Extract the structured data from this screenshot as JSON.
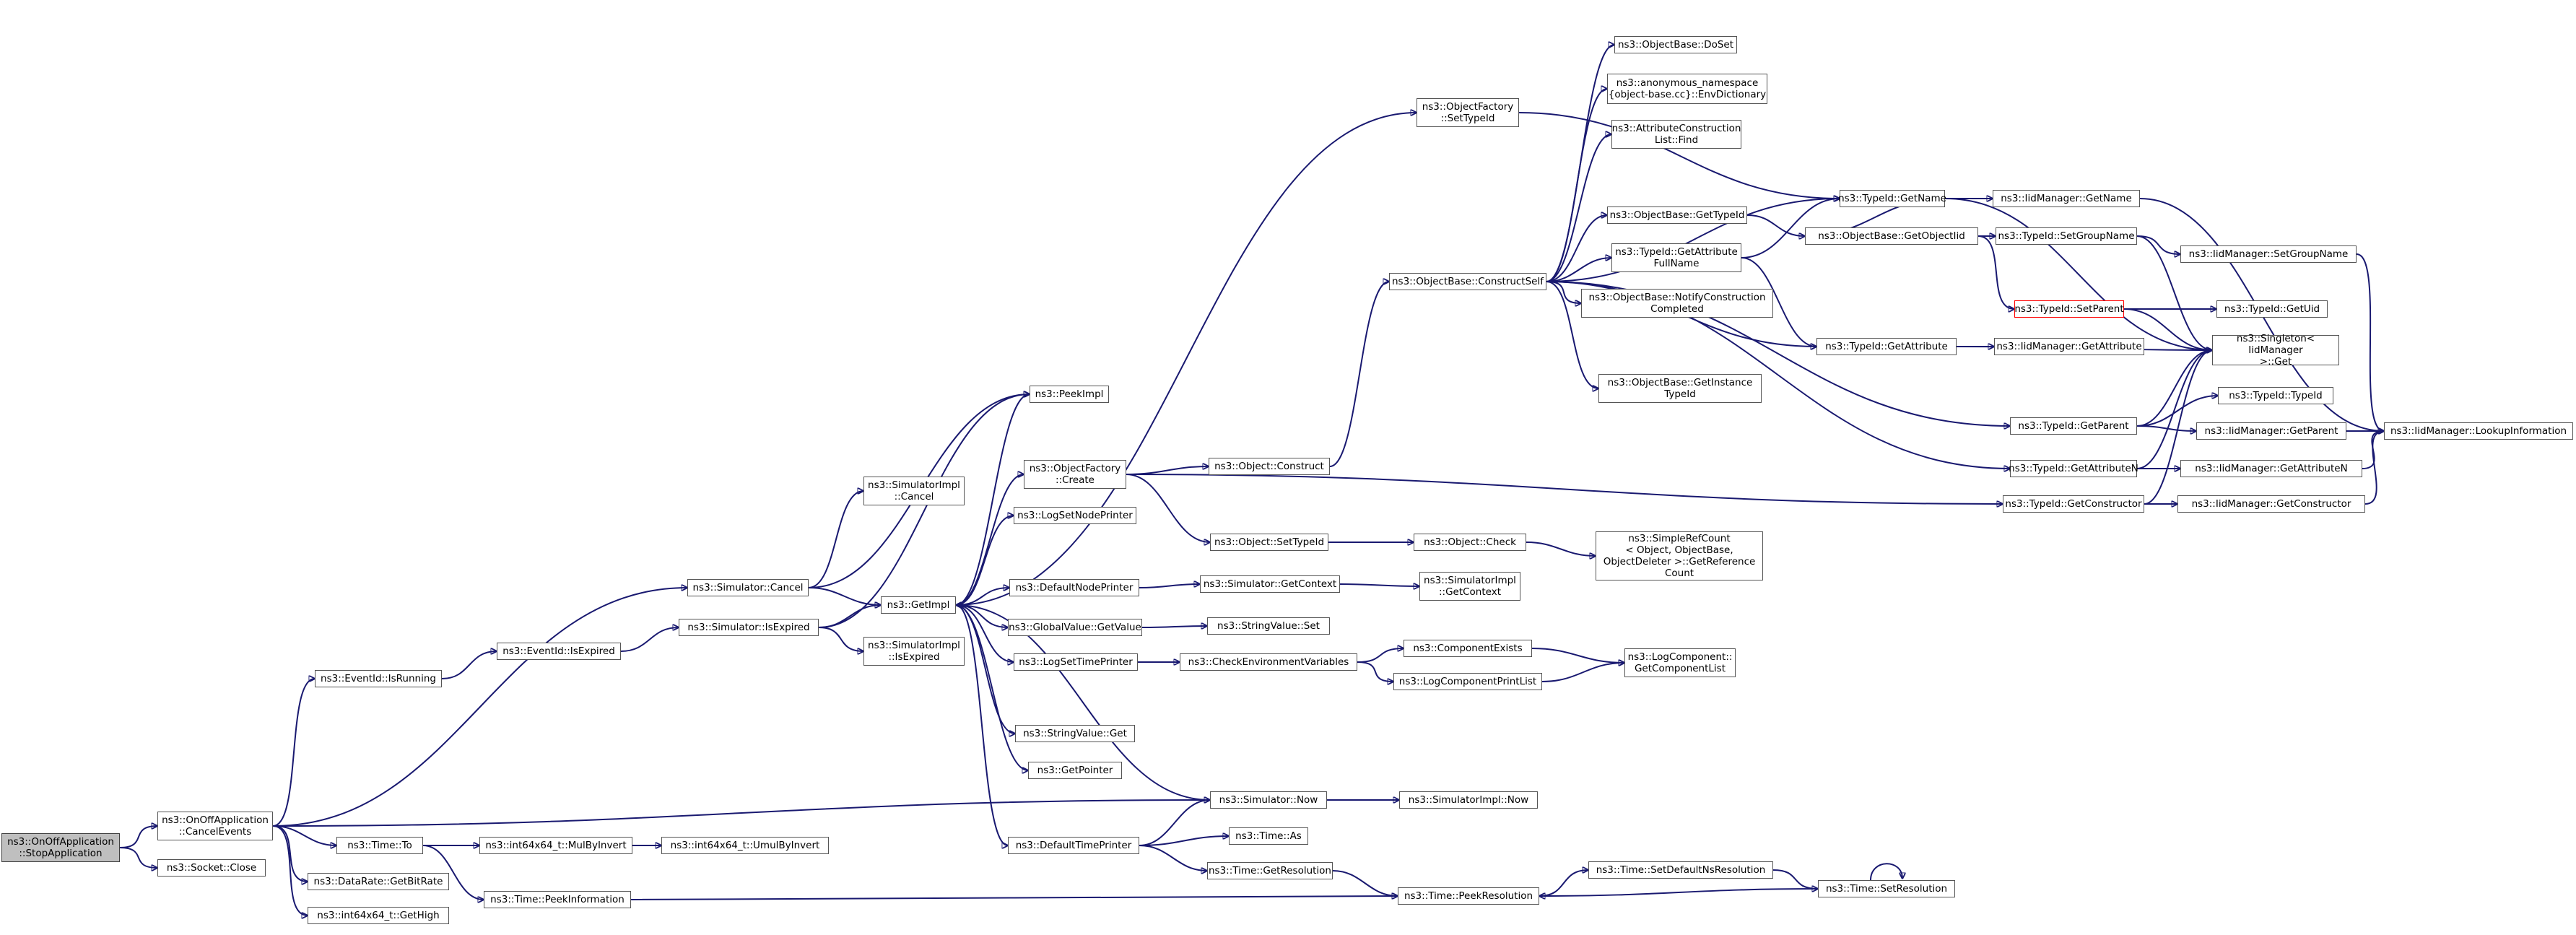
{
  "diagram": {
    "type": "doxygen-call-graph",
    "colors": {
      "edge": "#191970",
      "node_border": "#555555",
      "root_fill": "#bfbfbf",
      "truncated_border": "#ff0000"
    },
    "nodes": [
      {
        "id": "stopapp",
        "label": "ns3::OnOffApplication\n::StopApplication",
        "root": true
      },
      {
        "id": "cancelevents",
        "label": "ns3::OnOffApplication\n::CancelEvents"
      },
      {
        "id": "socketclose",
        "label": "ns3::Socket::Close"
      },
      {
        "id": "eventidrunning",
        "label": "ns3::EventId::IsRunning"
      },
      {
        "id": "timeto",
        "label": "ns3::Time::To"
      },
      {
        "id": "datarate",
        "label": "ns3::DataRate::GetBitRate"
      },
      {
        "id": "int64high",
        "label": "ns3::int64x64_t::GetHigh"
      },
      {
        "id": "eventidexpired",
        "label": "ns3::EventId::IsExpired"
      },
      {
        "id": "mulbyinvert",
        "label": "ns3::int64x64_t::MulByInvert"
      },
      {
        "id": "peekinfo",
        "label": "ns3::Time::PeekInformation"
      },
      {
        "id": "simcancel",
        "label": "ns3::Simulator::Cancel"
      },
      {
        "id": "simisexpired",
        "label": "ns3::Simulator::IsExpired"
      },
      {
        "id": "umulbyinvert",
        "label": "ns3::int64x64_t::UmulByInvert"
      },
      {
        "id": "simimplcancel",
        "label": "ns3::SimulatorImpl\n::Cancel"
      },
      {
        "id": "simimplexpired",
        "label": "ns3::SimulatorImpl\n::IsExpired"
      },
      {
        "id": "getimpl",
        "label": "ns3::GetImpl"
      },
      {
        "id": "peekimpl",
        "label": "ns3::PeekImpl"
      },
      {
        "id": "objfactcreate",
        "label": "ns3::ObjectFactory\n::Create"
      },
      {
        "id": "logsetnode",
        "label": "ns3::LogSetNodePrinter"
      },
      {
        "id": "defnodeprinter",
        "label": "ns3::DefaultNodePrinter"
      },
      {
        "id": "globalvalue",
        "label": "ns3::GlobalValue::GetValue"
      },
      {
        "id": "logsettime",
        "label": "ns3::LogSetTimePrinter"
      },
      {
        "id": "stringget",
        "label": "ns3::StringValue::Get"
      },
      {
        "id": "getpointer",
        "label": "ns3::GetPointer"
      },
      {
        "id": "deftimeprinter",
        "label": "ns3::DefaultTimePrinter"
      },
      {
        "id": "objconstruct",
        "label": "ns3::Object::Construct"
      },
      {
        "id": "objsettypeid",
        "label": "ns3::Object::SetTypeId"
      },
      {
        "id": "simgetcontext",
        "label": "ns3::Simulator::GetContext"
      },
      {
        "id": "stringset",
        "label": "ns3::StringValue::Set"
      },
      {
        "id": "checkenv",
        "label": "ns3::CheckEnvironmentVariables"
      },
      {
        "id": "simnow",
        "label": "ns3::Simulator::Now"
      },
      {
        "id": "timeas",
        "label": "ns3::Time::As"
      },
      {
        "id": "timegetres",
        "label": "ns3::Time::GetResolution"
      },
      {
        "id": "objfactsettypeid",
        "label": "ns3::ObjectFactory\n::SetTypeId"
      },
      {
        "id": "constructself",
        "label": "ns3::ObjectBase::ConstructSelf"
      },
      {
        "id": "objcheck",
        "label": "ns3::Object::Check"
      },
      {
        "id": "simimplgetctx",
        "label": "ns3::SimulatorImpl\n::GetContext"
      },
      {
        "id": "compexists",
        "label": "ns3::ComponentExists"
      },
      {
        "id": "compprintlist",
        "label": "ns3::LogComponentPrintList"
      },
      {
        "id": "simimplnow",
        "label": "ns3::SimulatorImpl::Now"
      },
      {
        "id": "peekres",
        "label": "ns3::Time::PeekResolution"
      },
      {
        "id": "doset",
        "label": "ns3::ObjectBase::DoSet"
      },
      {
        "id": "envdict",
        "label": "ns3::anonymous_namespace\n{object-base.cc}::EnvDictionary"
      },
      {
        "id": "attrconstruct",
        "label": "ns3::AttributeConstruction\nList::Find"
      },
      {
        "id": "obgettypeid",
        "label": "ns3::ObjectBase::GetTypeId"
      },
      {
        "id": "attrfullname",
        "label": "ns3::TypeId::GetAttribute\nFullName"
      },
      {
        "id": "notifyconst",
        "label": "ns3::ObjectBase::NotifyConstruction\nCompleted"
      },
      {
        "id": "getinstance",
        "label": "ns3::ObjectBase::GetInstance\nTypeId"
      },
      {
        "id": "simplerefcount",
        "label": "ns3::SimpleRefCount\n< Object, ObjectBase,\n ObjectDeleter >::GetReference\nCount"
      },
      {
        "id": "getcomplist",
        "label": "ns3::LogComponent::\nGetComponentList"
      },
      {
        "id": "setdefaultres",
        "label": "ns3::Time::SetDefaultNsResolution"
      },
      {
        "id": "typeidgetname",
        "label": "ns3::TypeId::GetName"
      },
      {
        "id": "getobjectiid",
        "label": "ns3::ObjectBase::GetObjectIid"
      },
      {
        "id": "typeidgetattr",
        "label": "ns3::TypeId::GetAttribute"
      },
      {
        "id": "typeidgetparent",
        "label": "ns3::TypeId::GetParent"
      },
      {
        "id": "typeidgetattrn",
        "label": "ns3::TypeId::GetAttributeN"
      },
      {
        "id": "typeidgetctor",
        "label": "ns3::TypeId::GetConstructor"
      },
      {
        "id": "timesetres",
        "label": "ns3::Time::SetResolution"
      },
      {
        "id": "iidgetname",
        "label": "ns3::IidManager::GetName"
      },
      {
        "id": "setgroupname",
        "label": "ns3::TypeId::SetGroupName"
      },
      {
        "id": "setparent",
        "label": "ns3::TypeId::SetParent",
        "truncated": true
      },
      {
        "id": "iidgetattr",
        "label": "ns3::IidManager::GetAttribute"
      },
      {
        "id": "iidgetparent",
        "label": "ns3::IidManager::GetParent"
      },
      {
        "id": "iidgetattrn",
        "label": "ns3::IidManager::GetAttributeN"
      },
      {
        "id": "iidgetctor",
        "label": "ns3::IidManager::GetConstructor"
      },
      {
        "id": "iidsetgroup",
        "label": "ns3::IidManager::SetGroupName"
      },
      {
        "id": "typeidgetuid",
        "label": "ns3::TypeId::GetUid"
      },
      {
        "id": "singleton",
        "label": "ns3::Singleton< IidManager\n >::Get"
      },
      {
        "id": "typeidtypeid",
        "label": "ns3::TypeId::TypeId"
      },
      {
        "id": "lookupinfo",
        "label": "ns3::IidManager::LookupInformation"
      }
    ],
    "edges": [
      [
        "stopapp",
        "cancelevents"
      ],
      [
        "stopapp",
        "socketclose"
      ],
      [
        "cancelevents",
        "simcancel"
      ],
      [
        "cancelevents",
        "eventidrunning"
      ],
      [
        "cancelevents",
        "simnow"
      ],
      [
        "cancelevents",
        "timeto"
      ],
      [
        "cancelevents",
        "datarate"
      ],
      [
        "cancelevents",
        "int64high"
      ],
      [
        "eventidrunning",
        "eventidexpired"
      ],
      [
        "eventidexpired",
        "simisexpired"
      ],
      [
        "timeto",
        "mulbyinvert"
      ],
      [
        "timeto",
        "peekinfo"
      ],
      [
        "mulbyinvert",
        "umulbyinvert"
      ],
      [
        "peekinfo",
        "peekres"
      ],
      [
        "simcancel",
        "simimplcancel"
      ],
      [
        "simcancel",
        "getimpl"
      ],
      [
        "simcancel",
        "peekimpl"
      ],
      [
        "simisexpired",
        "getimpl"
      ],
      [
        "simisexpired",
        "simimplexpired"
      ],
      [
        "simisexpired",
        "peekimpl"
      ],
      [
        "getimpl",
        "peekimpl"
      ],
      [
        "getimpl",
        "objfactcreate"
      ],
      [
        "getimpl",
        "logsetnode"
      ],
      [
        "getimpl",
        "defnodeprinter"
      ],
      [
        "getimpl",
        "globalvalue"
      ],
      [
        "getimpl",
        "logsettime"
      ],
      [
        "getimpl",
        "stringget"
      ],
      [
        "getimpl",
        "getpointer"
      ],
      [
        "getimpl",
        "deftimeprinter"
      ],
      [
        "getimpl",
        "objfactsettypeid"
      ],
      [
        "objfactcreate",
        "objconstruct"
      ],
      [
        "objfactcreate",
        "objsettypeid"
      ],
      [
        "objfactcreate",
        "typeidgetctor"
      ],
      [
        "objconstruct",
        "constructself"
      ],
      [
        "objsettypeid",
        "objcheck"
      ],
      [
        "objcheck",
        "simplerefcount"
      ],
      [
        "defnodeprinter",
        "simgetcontext"
      ],
      [
        "simgetcontext",
        "simimplgetctx"
      ],
      [
        "globalvalue",
        "stringset"
      ],
      [
        "logsettime",
        "checkenv"
      ],
      [
        "checkenv",
        "compexists"
      ],
      [
        "checkenv",
        "compprintlist"
      ],
      [
        "compexists",
        "getcomplist"
      ],
      [
        "compprintlist",
        "getcomplist"
      ],
      [
        "simnow",
        "getimpl"
      ],
      [
        "simnow",
        "simimplnow"
      ],
      [
        "deftimeprinter",
        "simnow"
      ],
      [
        "deftimeprinter",
        "timeas"
      ],
      [
        "deftimeprinter",
        "timegetres"
      ],
      [
        "timegetres",
        "peekres"
      ],
      [
        "peekres",
        "setdefaultres"
      ],
      [
        "setdefaultres",
        "timesetres"
      ],
      [
        "timesetres",
        "peekres"
      ],
      [
        "timesetres",
        "timesetres"
      ],
      [
        "objfactsettypeid",
        "typeidgetname"
      ],
      [
        "constructself",
        "doset"
      ],
      [
        "constructself",
        "envdict"
      ],
      [
        "constructself",
        "attrconstruct"
      ],
      [
        "constructself",
        "typeidgetname"
      ],
      [
        "constructself",
        "obgettypeid"
      ],
      [
        "constructself",
        "attrfullname"
      ],
      [
        "constructself",
        "notifyconst"
      ],
      [
        "constructself",
        "typeidgetattr"
      ],
      [
        "constructself",
        "getinstance"
      ],
      [
        "constructself",
        "typeidgetparent"
      ],
      [
        "constructself",
        "typeidgetattrn"
      ],
      [
        "obgettypeid",
        "getobjectiid"
      ],
      [
        "attrfullname",
        "typeidgetname"
      ],
      [
        "attrfullname",
        "typeidgetattr"
      ],
      [
        "getobjectiid",
        "setgroupname"
      ],
      [
        "getobjectiid",
        "setparent"
      ],
      [
        "getobjectiid",
        "typeidgetname"
      ],
      [
        "typeidgetname",
        "iidgetname"
      ],
      [
        "typeidgetname",
        "singleton"
      ],
      [
        "iidgetname",
        "lookupinfo"
      ],
      [
        "setgroupname",
        "iidsetgroup"
      ],
      [
        "setgroupname",
        "singleton"
      ],
      [
        "iidsetgroup",
        "lookupinfo"
      ],
      [
        "setparent",
        "typeidgetuid"
      ],
      [
        "setparent",
        "singleton"
      ],
      [
        "typeidgetattr",
        "iidgetattr"
      ],
      [
        "typeidgetattr",
        "singleton"
      ],
      [
        "typeidgetparent",
        "typeidtypeid"
      ],
      [
        "typeidgetparent",
        "iidgetparent"
      ],
      [
        "typeidgetparent",
        "singleton"
      ],
      [
        "iidgetparent",
        "lookupinfo"
      ],
      [
        "typeidgetattrn",
        "iidgetattrn"
      ],
      [
        "typeidgetattrn",
        "singleton"
      ],
      [
        "iidgetattrn",
        "lookupinfo"
      ],
      [
        "typeidgetctor",
        "iidgetctor"
      ],
      [
        "typeidgetctor",
        "singleton"
      ],
      [
        "iidgetctor",
        "lookupinfo"
      ]
    ]
  }
}
